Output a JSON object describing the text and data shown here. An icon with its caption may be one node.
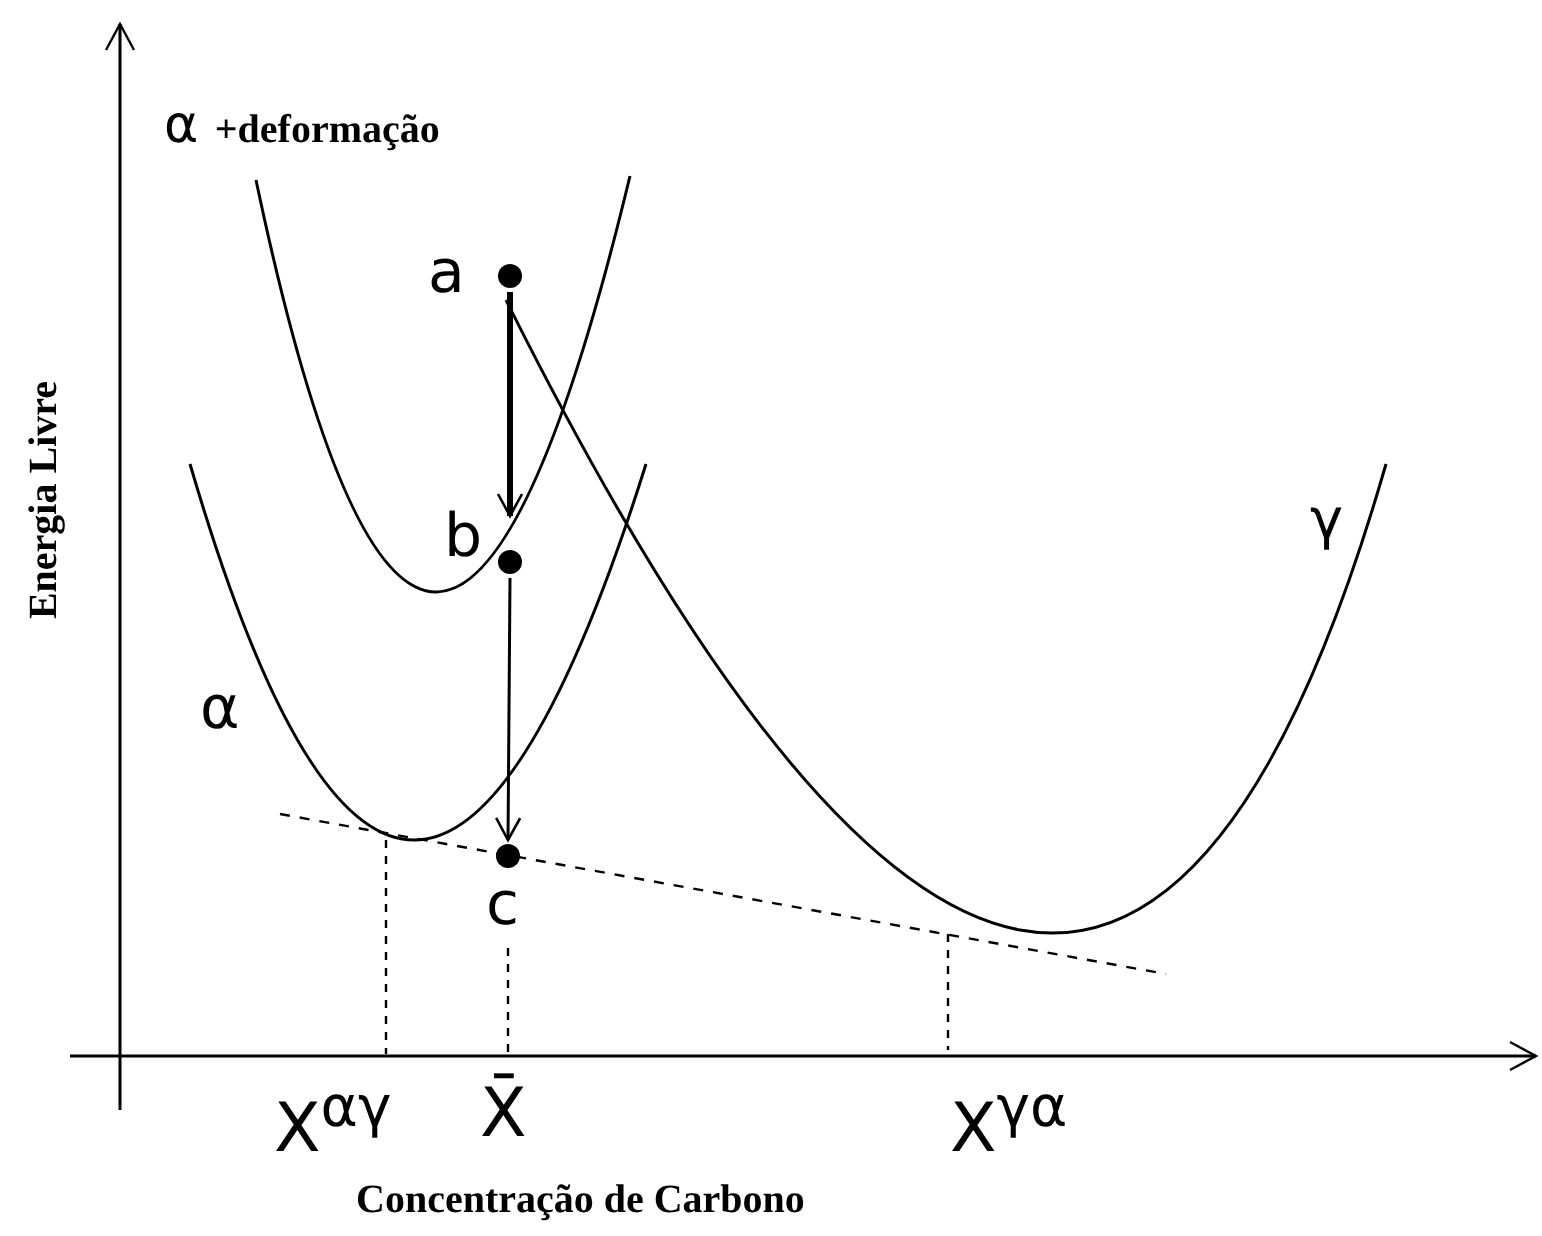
{
  "diagram": {
    "nodes": [
      {
        "text": [
          "a"
        ]
      },
      {
        "text": [
          "b"
        ]
      },
      {
        "text": [
          "c"
        ]
      }
    ],
    "edges": [
      {
        "from": 0,
        "to": 1,
        "arrow": "to",
        "style": "thick"
      },
      {
        "from": 1,
        "to": 2,
        "arrow": "to"
      }
    ],
    "labels": [
      "α **+deformação**",
      "Energia Livre",
      "γ",
      "α",
      "X$^{αγ}$",
      "X̄",
      "X$^{γα}$",
      "Concentração de Carbono"
    ]
  }
}
